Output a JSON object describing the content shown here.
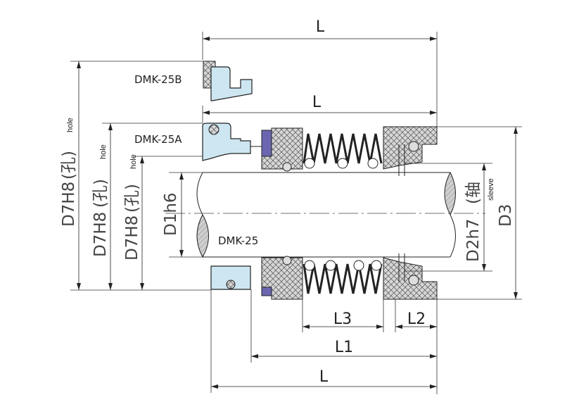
{
  "labels": {
    "variant_b": "DMK-25B",
    "variant_a": "DMK-25A",
    "variant_base": "DMK-25"
  },
  "dimensions": {
    "L_top": "L",
    "L_mid": "L",
    "L_bottom": "L",
    "L1": "L1",
    "L2": "L2",
    "L3": "L3",
    "D1": "D1h6",
    "D2": "D2h7",
    "D2_bracket": "(轴",
    "D2_sub": "sleeve",
    "D3": "D3",
    "D7_outer": "D7H8",
    "D7_outer_bracket": "(孔)",
    "D7_mid": "D7H8",
    "D7_mid_bracket": "(孔)",
    "D7_inner": "D7H8",
    "D7_inner_bracket": "(孔)",
    "hole_sub": "hole"
  },
  "colors": {
    "seat": "#cde6f2",
    "driver": "#6a66b0",
    "hatch_fill": "#d8d8d8",
    "line": "#222222"
  }
}
